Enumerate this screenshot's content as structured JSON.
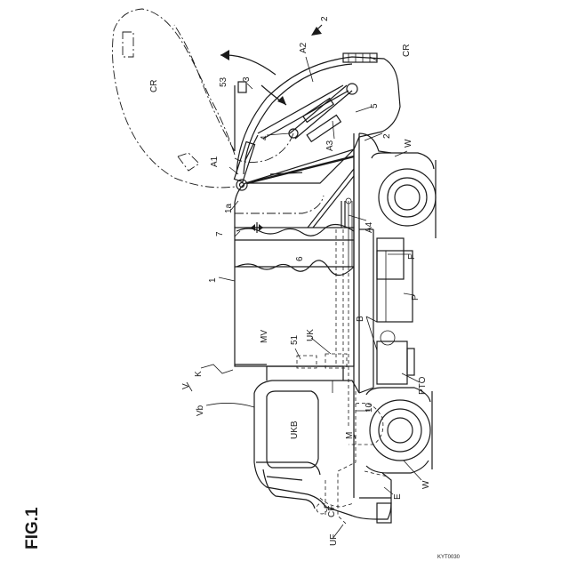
{
  "figure": {
    "title": "FIG.1",
    "code": "KYT0030"
  },
  "labels": {
    "v": "V",
    "k": "K",
    "vb": "Vb",
    "one": "1",
    "one_a": "1a",
    "two_top": "2",
    "two": "2",
    "three": "3",
    "four": "4",
    "five": "5",
    "six": "6",
    "seven": "7",
    "ten": "10",
    "fifty_one": "51",
    "fifty_three": "53",
    "a1": "A1",
    "a2": "A2",
    "a3": "A3",
    "a4": "A4",
    "cr_top": "CR",
    "cr_left": "CR",
    "w_rear": "W",
    "w_front": "W",
    "f": "F",
    "p": "P",
    "pto": "PTO",
    "b": "B",
    "mv": "MV",
    "uk": "UK",
    "ukb": "UKB",
    "m": "M",
    "e": "E",
    "cf": "CF",
    "uf": "UF"
  }
}
